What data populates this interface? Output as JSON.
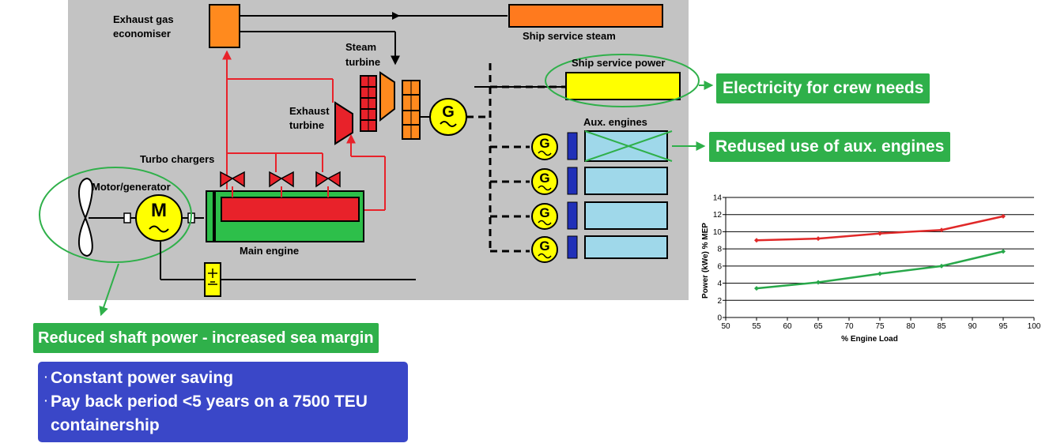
{
  "labels": {
    "exhaust_gas_economiser_line1": "Exhaust gas",
    "exhaust_gas_economiser_line2": "economiser",
    "ship_service_steam": "Ship service steam",
    "steam_turbine_line1": "Steam",
    "steam_turbine_line2": "turbine",
    "ship_service_power": "Ship service power",
    "exhaust_turbine_line1": "Exhaust",
    "exhaust_turbine_line2": "turbine",
    "aux_engines": "Aux. engines",
    "turbo_chargers": "Turbo chargers",
    "motor_generator": "Motor/generator",
    "main_engine": "Main engine",
    "generator_symbol": "G",
    "motor_symbol": "M"
  },
  "callouts": {
    "electricity": "Electricity for crew needs",
    "reduced_aux": "Redused use of aux. engines",
    "reduced_shaft": "Reduced  shaft  power  -  increased sea margin"
  },
  "benefits": {
    "bullet": "·",
    "items": [
      "Constant power saving",
      "Pay back period <5 years on a 7500 TEU containership"
    ]
  },
  "colors": {
    "panel_bg": "#c3c3c3",
    "exhaust_red": "#e8222a",
    "economiser_orange": "#ff8a1e",
    "steam_orange": "#ff7a1e",
    "yellow": "#ffff00",
    "light_blue": "#9fd8ea",
    "dark_blue": "#2030b8",
    "engine_green": "#2dbf4a",
    "callout_green": "#2fb04a",
    "benefit_blue": "#3a47c8",
    "series_red": "#e02828",
    "series_green": "#28a84a"
  },
  "chart_data": {
    "type": "line",
    "xlabel": "% Engine Load",
    "ylabel": "Power (kWe) % MEP",
    "xlim": [
      50,
      100
    ],
    "ylim": [
      0,
      14
    ],
    "xticks": [
      50,
      55,
      60,
      65,
      70,
      75,
      80,
      85,
      90,
      95,
      100
    ],
    "yticks": [
      0,
      2,
      4,
      6,
      8,
      10,
      12,
      14
    ],
    "grid": "horizontal",
    "series": [
      {
        "color": "#e02828",
        "x": [
          55,
          65,
          75,
          85,
          95
        ],
        "y": [
          9.0,
          9.2,
          9.8,
          10.2,
          11.8
        ]
      },
      {
        "color": "#28a84a",
        "x": [
          55,
          65,
          75,
          85,
          95
        ],
        "y": [
          3.4,
          4.1,
          5.1,
          6.0,
          7.7
        ]
      }
    ]
  }
}
